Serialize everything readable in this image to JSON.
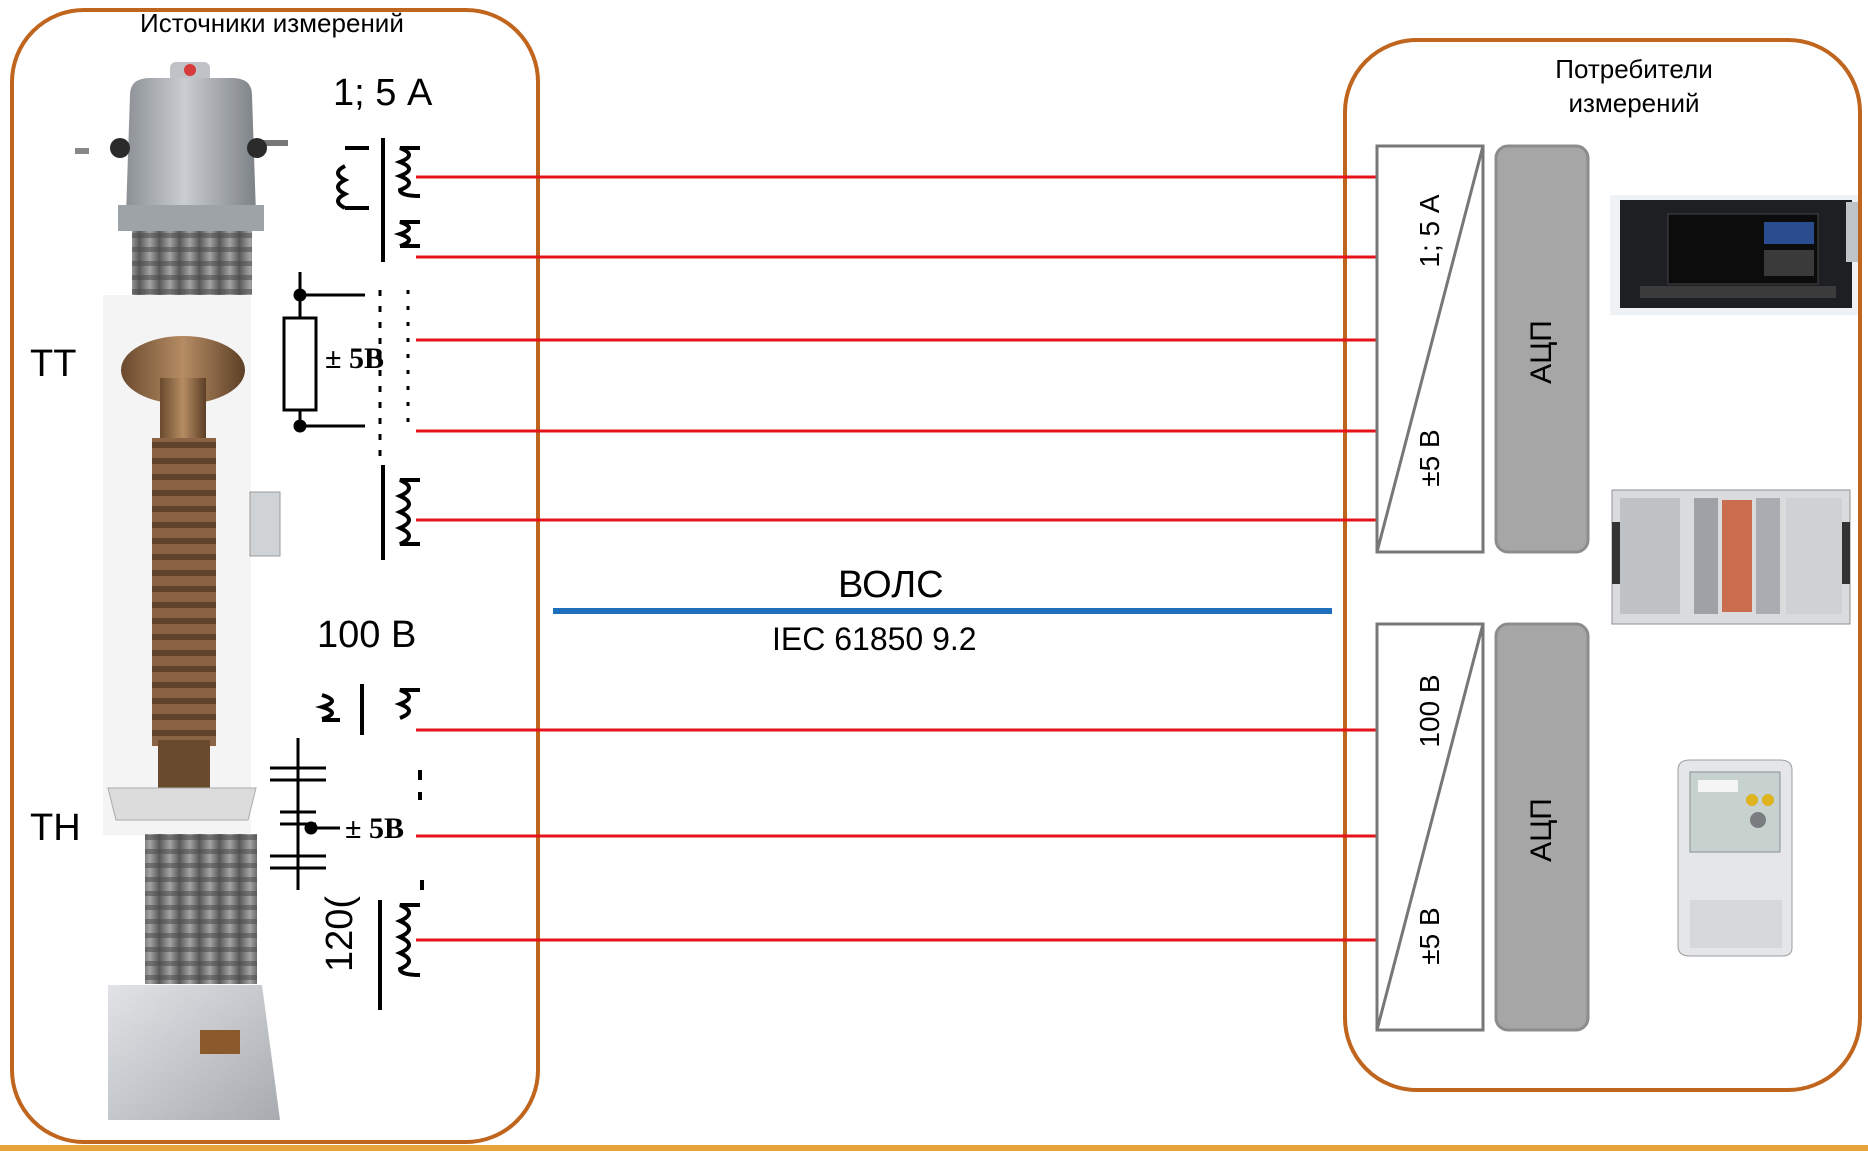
{
  "sources": {
    "title": "Источники измерений",
    "ct_label": "ТТ",
    "vt_label": "ТН",
    "ct_rating": "1; 5 А",
    "vt_rating": "100 В",
    "ct_lowvolt": "± 5В",
    "vt_lowvolt": "± 5В",
    "vt_partial": "120("
  },
  "consumers": {
    "title_line1": "Потребители",
    "title_line2": "измерений",
    "ct_block": {
      "top": "1; 5 А",
      "bottom": "±5 В",
      "adc": "АЦП"
    },
    "vt_block": {
      "top": "100 В",
      "bottom": "±5 В",
      "adc": "АЦП"
    }
  },
  "link": {
    "title": "ВОЛС",
    "protocol": "IEC 61850 9.2"
  },
  "colors": {
    "frame": "#c0651e",
    "signal_lines": "#e5141b",
    "fiber": "#1f6fbf",
    "adc_fill": "#a6a6a6",
    "bottom_rule": "#e8a33a"
  },
  "icons": [
    "ct-transformer-image",
    "vt-transformer-image",
    "relay-terminal-image",
    "rack-device-image",
    "energy-meter-image"
  ]
}
